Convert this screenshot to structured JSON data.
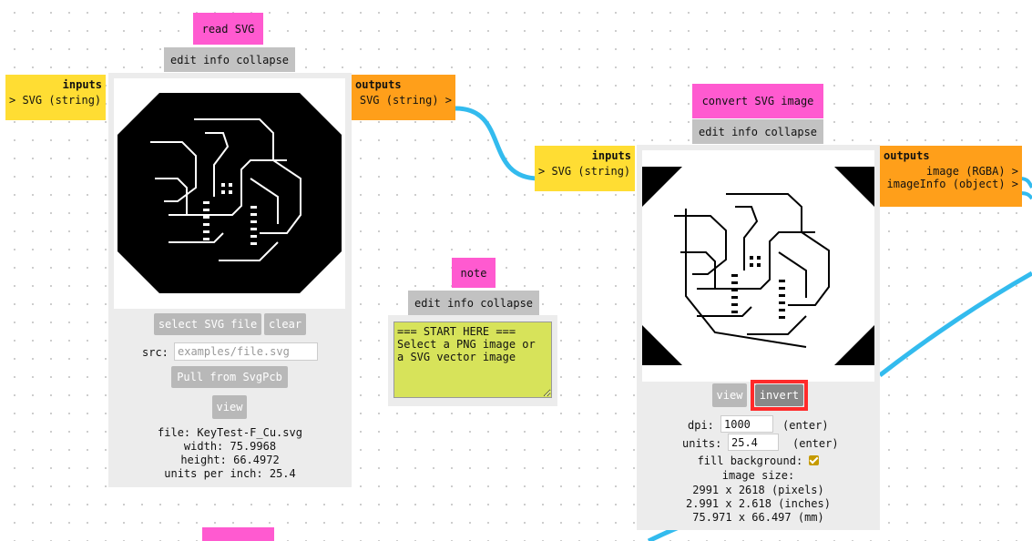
{
  "node_read": {
    "title": "read SVG",
    "menu": "edit info collapse",
    "inputs_header": "inputs",
    "input_port": "> SVG (string)",
    "outputs_header": "outputs",
    "output_port": "SVG (string) >",
    "select_button": "select SVG file",
    "clear_button": "clear",
    "src_label": "src:",
    "src_placeholder": "examples/file.svg",
    "pull_button": "Pull from SvgPcb",
    "view_button": "view",
    "info": {
      "file": "file: KeyTest-F_Cu.svg",
      "width": "width: 75.9968",
      "height": "height: 66.4972",
      "units": "units per inch: 25.4"
    }
  },
  "node_note": {
    "title": "note",
    "menu": "edit info collapse",
    "text": "=== START HERE ===\nSelect a PNG image or\na SVG vector image"
  },
  "node_convert": {
    "title": "convert SVG image",
    "menu": "edit info collapse",
    "inputs_header": "inputs",
    "input_port": "> SVG (string)",
    "outputs_header": "outputs",
    "output_image": "image (RGBA) >",
    "output_info": "imageInfo (object) >",
    "view_button": "view",
    "invert_button": "invert",
    "dpi_label": "dpi:",
    "dpi_value": "1000",
    "dpi_hint": "(enter)",
    "units_label": "units:",
    "units_value": "25.4",
    "units_hint": "(enter)",
    "fill_label": "fill background:",
    "size_label": "image size:",
    "size_pixels": "2991 x 2618 (pixels)",
    "size_inches": "2.991 x 2.618 (inches)",
    "size_mm": "75.971 x 66.497 (mm)"
  },
  "colors": {
    "title": "#ff5ad0",
    "inputs": "#ffdd33",
    "outputs": "#ff9f1a",
    "wire": "#33bbee",
    "note": "#d7e35a",
    "highlight": "#ff2a2a"
  }
}
